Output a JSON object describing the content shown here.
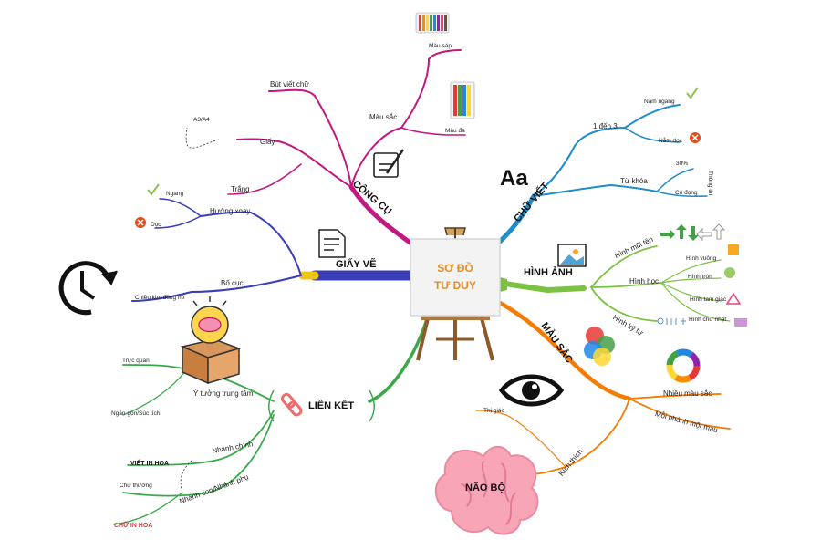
{
  "center": {
    "line1": "SƠ ĐỒ",
    "line2": "TƯ DUY"
  },
  "branches": {
    "cong_cu": {
      "label": "CÔNG CỤ",
      "but_viet_chu": "Bút viết chữ",
      "mau_sac": "Màu sắc",
      "mau_sap": "Màu sáp",
      "mau_da": "Màu đa",
      "giay": "Giấy",
      "a3a4": "A3/A4",
      "trang": "Trắng"
    },
    "giay_ve": {
      "label": "GIẤY VẼ",
      "huong_xoay": "Hướng xoay",
      "ngang": "Ngang",
      "doc": "Dọc",
      "bo_cuc": "Bố cục",
      "chieu_kim": "Chiều kim đồng hồ"
    },
    "chu_viet": {
      "label": "CHỮ VIẾT",
      "mot_den_ba": "1 đến 3",
      "nam_ngang": "Nằm ngang",
      "nam_doc": "Nằm dọc",
      "tu_khoa": "Từ khóa",
      "ba_muoi": "30%",
      "thong_tin": "Thông tin",
      "co_dong": "Cô đọng"
    },
    "hinh_anh": {
      "label": "HÌNH ẢNH",
      "hinh_mui_ten": "Hình mũi tên",
      "hinh_hoc": "Hình học",
      "hinh_vuong": "Hình vuông",
      "hinh_tron": "Hình tròn",
      "hinh_tam_giac": "Hình tam giác",
      "hinh_chu_nhat": "Hình chữ nhật",
      "hinh_ky_tu": "Hình ký tự"
    },
    "mau_sac": {
      "label": "MÀU SẮC",
      "nhieu_mau_sac": "Nhiều màu sắc",
      "moi_nhanh": "Mỗi nhánh một màu",
      "kich_thich": "Kích thích",
      "thi_giac": "Thị giác",
      "nao_bo": "NÃO BỘ"
    },
    "lien_ket": {
      "label": "LIÊN KẾT",
      "y_tuong": "Ý tưởng trung tâm",
      "truc_quan": "Trực quan",
      "ngan_gon": "Ngắn gọn/Súc tích",
      "nhanh_chinh": "Nhánh chính",
      "viet_in_hoa": "VIẾT IN HOA",
      "nhanh_con": "Nhánh con/Nhánh phụ",
      "chu_thuong": "Chữ thường",
      "chu_in_hoa": "CHỮ IN HOA"
    }
  },
  "icons": {
    "aa": "Aa"
  },
  "colors": {
    "cong_cu": "#c2187f",
    "giay_ve": "#3a3db8",
    "chu_viet": "#1f8ccc",
    "hinh_anh": "#7cc242",
    "mau_sac": "#f57c00",
    "lien_ket": "#3aa84a",
    "check": "#8bc34a",
    "cross": "#e64a19"
  }
}
